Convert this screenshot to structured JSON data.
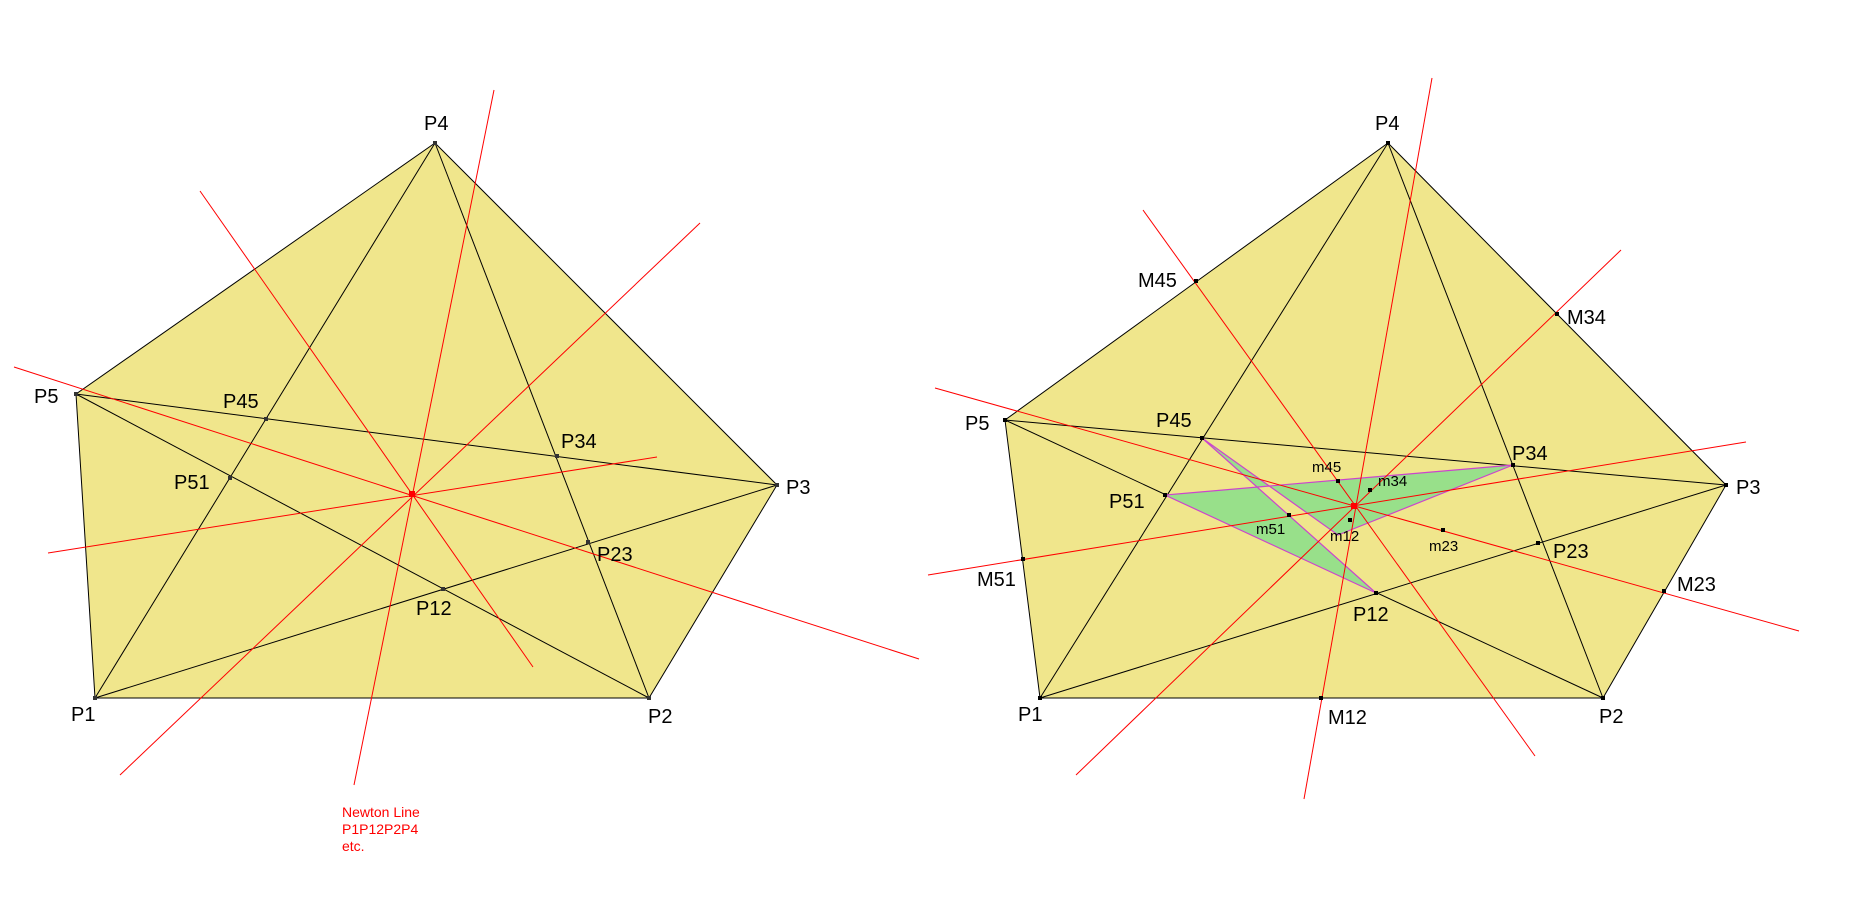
{
  "colors": {
    "pentagon_fill": "#f0e68c",
    "star_fill": "#98e08a",
    "star_outline": "#cc44cc",
    "line": "#000000",
    "newton_line": "#ff0000",
    "center_point": "#ff0000",
    "background": "#ffffff"
  },
  "left_figure": {
    "vertices": {
      "P1": "P1",
      "P2": "P2",
      "P3": "P3",
      "P4": "P4",
      "P5": "P5"
    },
    "intersections": {
      "P12": "P12",
      "P23": "P23",
      "P34": "P34",
      "P45": "P45",
      "P51": "P51"
    },
    "note": {
      "line1": "Newton Line",
      "line2": "P1P12P2P4",
      "line3": "etc."
    }
  },
  "right_figure": {
    "vertices": {
      "P1": "P1",
      "P2": "P2",
      "P3": "P3",
      "P4": "P4",
      "P5": "P5"
    },
    "intersections": {
      "P12": "P12",
      "P23": "P23",
      "P34": "P34",
      "P45": "P45",
      "P51": "P51"
    },
    "side_midpoints": {
      "M12": "M12",
      "M23": "M23",
      "M34": "M34",
      "M45": "M45",
      "M51": "M51"
    },
    "inner_midpoints": {
      "m12": "m12",
      "m23": "m23",
      "m34": "m34",
      "m45": "m45",
      "m51": "m51"
    }
  }
}
